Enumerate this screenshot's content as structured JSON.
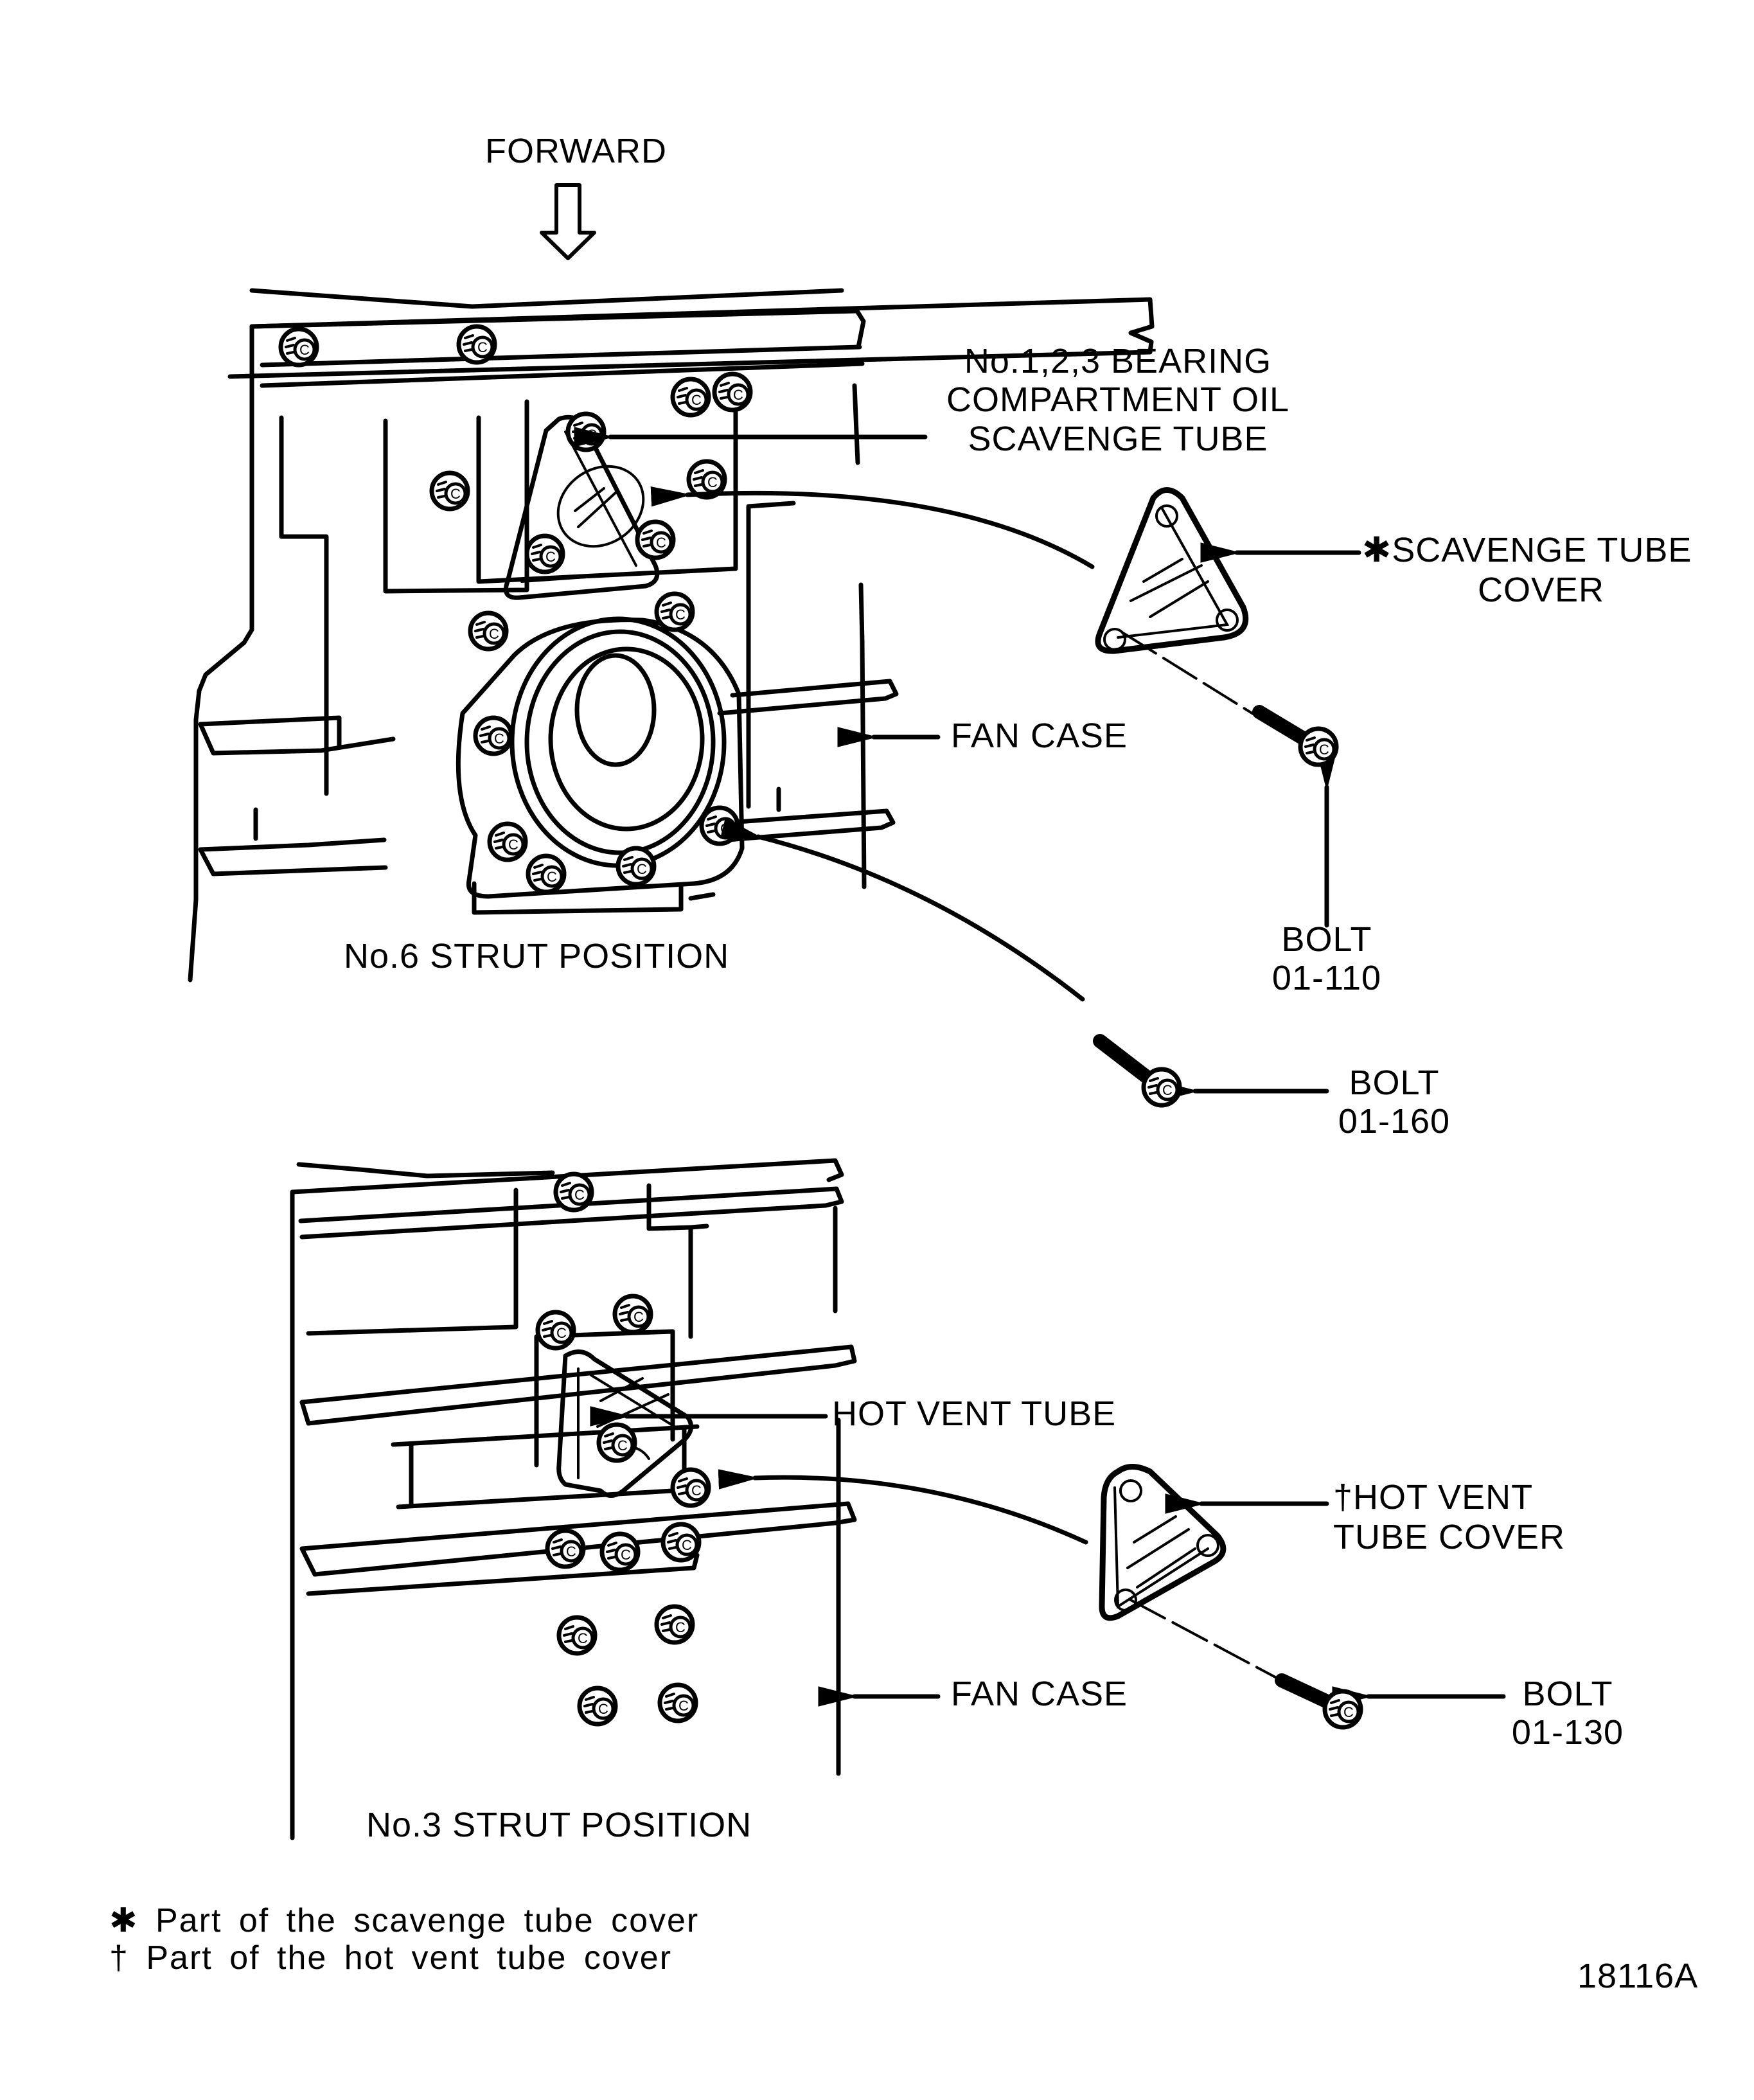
{
  "figure": {
    "direction_label": "FORWARD",
    "figure_number": "18116A",
    "colors": {
      "ink": "#000000",
      "paper": "#ffffff"
    }
  },
  "upper_view": {
    "title": "No.6 STRUT POSITION",
    "callouts": {
      "bearing_tube": [
        "No.1,2,3 BEARING",
        "COMPARTMENT OIL",
        "SCAVENGE TUBE"
      ],
      "scavenge_cover": {
        "marker": "✱",
        "lines": [
          "SCAVENGE TUBE",
          "COVER"
        ]
      },
      "fan_case": "FAN CASE",
      "bolt_110": [
        "BOLT",
        "01-110"
      ],
      "bolt_160": [
        "BOLT",
        "01-160"
      ]
    }
  },
  "lower_view": {
    "title": "No.3 STRUT POSITION",
    "callouts": {
      "hot_vent_tube": "HOT VENT TUBE",
      "hot_vent_cover": {
        "marker": "†",
        "lines": [
          "HOT VENT",
          "TUBE COVER"
        ]
      },
      "fan_case": "FAN CASE",
      "bolt_130": [
        "BOLT",
        "01-130"
      ]
    }
  },
  "legend": [
    {
      "symbol": "✱",
      "text": "Part of the scavenge tube cover"
    },
    {
      "symbol": "†",
      "text": "Part of the hot vent tube cover"
    }
  ]
}
